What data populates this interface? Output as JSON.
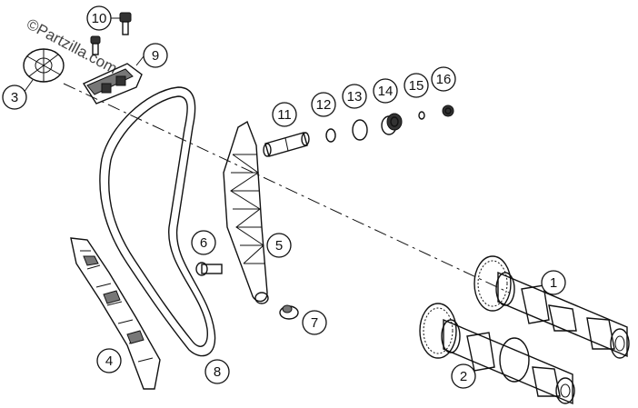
{
  "watermark": "©Partzilla.com",
  "callouts": [
    {
      "id": "1",
      "label": "1"
    },
    {
      "id": "2",
      "label": "2"
    },
    {
      "id": "3",
      "label": "3"
    },
    {
      "id": "4",
      "label": "4"
    },
    {
      "id": "5",
      "label": "5"
    },
    {
      "id": "6",
      "label": "6"
    },
    {
      "id": "7",
      "label": "7"
    },
    {
      "id": "8",
      "label": "8"
    },
    {
      "id": "9",
      "label": "9"
    },
    {
      "id": "10",
      "label": "10"
    },
    {
      "id": "11",
      "label": "11"
    },
    {
      "id": "12",
      "label": "12"
    },
    {
      "id": "13",
      "label": "13"
    },
    {
      "id": "14",
      "label": "14"
    },
    {
      "id": "15",
      "label": "15"
    },
    {
      "id": "16",
      "label": "16"
    }
  ]
}
